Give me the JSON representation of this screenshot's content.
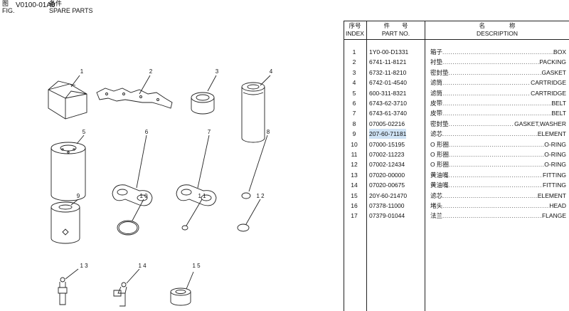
{
  "header": {
    "fig_cn": "图",
    "fig_en": "FIG.",
    "fig_code": "V0100-01A0",
    "spare_cn": "备件",
    "spare_en": "SPARE PARTS"
  },
  "table": {
    "col_index_cn": "序号",
    "col_index_en": "INDEX",
    "col_part_cn": "件　　号",
    "col_part_en": "PART NO.",
    "col_desc_cn": "名　　　　称",
    "col_desc_en": "DESCRIPTION",
    "rows": [
      {
        "index": "1",
        "part_no": "1Y0-00-D1331",
        "desc_cn": "箱子",
        "desc_en": "BOX"
      },
      {
        "index": "2",
        "part_no": "6741-11-8121",
        "desc_cn": "衬垫",
        "desc_en": "PACKING"
      },
      {
        "index": "3",
        "part_no": "6732-11-8210",
        "desc_cn": "密封垫",
        "desc_en": "GASKET"
      },
      {
        "index": "4",
        "part_no": "6742-01-4540",
        "desc_cn": "滤筒",
        "desc_en": "CARTRIDGE"
      },
      {
        "index": "5",
        "part_no": "600-311-8321",
        "desc_cn": "滤筒",
        "desc_en": "CARTRIDGE"
      },
      {
        "index": "6",
        "part_no": "6743-62-3710",
        "desc_cn": "皮带",
        "desc_en": "BELT"
      },
      {
        "index": "7",
        "part_no": "6743-61-3740",
        "desc_cn": "皮带",
        "desc_en": "BELT"
      },
      {
        "index": "8",
        "part_no": "07005-02216",
        "desc_cn": "密封垫",
        "desc_en": "GASKET,WASHER"
      },
      {
        "index": "9",
        "part_no": "207-60-71181",
        "desc_cn": "滤芯",
        "desc_en": "ELEMENT"
      },
      {
        "index": "10",
        "part_no": "07000-15195",
        "desc_cn": "O 形圈",
        "desc_en": "O-RING"
      },
      {
        "index": "11",
        "part_no": "07002-11223",
        "desc_cn": "O 形圈",
        "desc_en": "O-RING"
      },
      {
        "index": "12",
        "part_no": "07002-12434",
        "desc_cn": "O 形圈",
        "desc_en": "O-RING"
      },
      {
        "index": "13",
        "part_no": "07020-00000",
        "desc_cn": "黄油嘴",
        "desc_en": "FITTING"
      },
      {
        "index": "14",
        "part_no": "07020-00675",
        "desc_cn": "黄油嘴",
        "desc_en": "FITTING"
      },
      {
        "index": "15",
        "part_no": "20Y-60-21470",
        "desc_cn": "滤芯",
        "desc_en": "ELEMENT"
      },
      {
        "index": "16",
        "part_no": "07378-11000",
        "desc_cn": "堵头",
        "desc_en": "HEAD"
      },
      {
        "index": "17",
        "part_no": "07379-01044",
        "desc_cn": "法兰",
        "desc_en": "FLANGE"
      }
    ],
    "highlight_color": "#cfe3f5"
  },
  "drawing": {
    "labels": [
      "1",
      "2",
      "3",
      "4",
      "5",
      "6",
      "7",
      "8",
      "9",
      "1 0",
      "1 1",
      "1 2",
      "1 3",
      "1 4",
      "1 5"
    ]
  }
}
